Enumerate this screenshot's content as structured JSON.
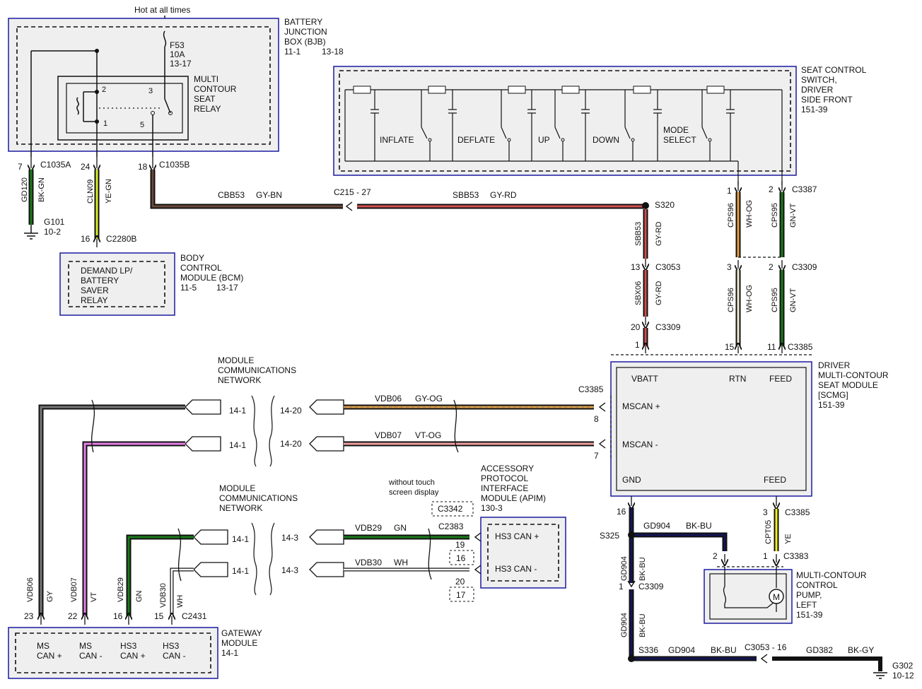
{
  "top": {
    "hot_label": "Hot at all times"
  },
  "bjb": {
    "title": [
      "BATTERY",
      "JUNCTION",
      "BOX (BJB)"
    ],
    "ref": [
      "11-1",
      "13-18"
    ],
    "fuse": [
      "F53",
      "10A",
      "13-17"
    ],
    "relay": [
      "MULTI",
      "CONTOUR",
      "SEAT",
      "RELAY"
    ],
    "pins": [
      "2",
      "3",
      "1",
      "5"
    ]
  },
  "bjb_wires": {
    "left": {
      "pin": "7",
      "conn": "C1035A",
      "circuit": "GD120",
      "color": "BK-GN",
      "ground": "G101",
      "ground_ref": "10-2"
    },
    "mid": {
      "pin": "24",
      "circuit": "CLN09",
      "color": "YE-GN",
      "bcm_pin": "16",
      "bcm_conn": "C2280B"
    },
    "right": {
      "pin": "18",
      "conn": "C1035B"
    }
  },
  "bcm": {
    "title": [
      "BODY",
      "CONTROL",
      "MODULE (BCM)"
    ],
    "ref": [
      "11-5",
      "13-17"
    ],
    "inner": [
      "DEMAND LP/",
      "BATTERY",
      "SAVER",
      "RELAY"
    ]
  },
  "feed_wire": {
    "cbb": "CBB53",
    "cbb_color": "GY-BN",
    "inline": "C215 - 27",
    "sbb": "SBB53",
    "sbb_color": "GY-RD",
    "splice": "S320"
  },
  "seat_switch": {
    "title": [
      "SEAT CONTROL",
      "SWITCH,",
      "DRIVER",
      "SIDE FRONT"
    ],
    "ref": "151-39",
    "switches": [
      "INFLATE",
      "DEFLATE",
      "UP",
      "DOWN",
      "MODE",
      "SELECT"
    ]
  },
  "switch_wires": {
    "rtn_top_pin": "1",
    "rtn_top_circuit": "CPS96",
    "rtn_top_color": "WH-OG",
    "feed_top_pin": "2",
    "feed_top_circuit": "CPS95",
    "feed_top_color": "GN-VT",
    "top_conn": "C3387",
    "rtn_mid_pin": "3",
    "feed_mid_pin": "2",
    "mid_conn": "C3309",
    "rtn_bot_circuit": "CPS96",
    "rtn_bot_color": "WH-OG",
    "feed_bot_circuit": "CPS95",
    "feed_bot_color": "GN-VT",
    "rtn_bot_pin": "15",
    "feed_bot_pin": "11",
    "bot_conn": "C3385"
  },
  "vbatt_wires": {
    "sbb_circuit": "SBB53",
    "sbb_color": "GY-RD",
    "pin_13": "13",
    "conn_13": "C3053",
    "sbx_circuit": "SBX06",
    "sbx_color": "GY-RD",
    "pin_20": "20",
    "conn_20": "C3309",
    "pin_1": "1"
  },
  "scmg": {
    "title": [
      "DRIVER",
      "MULTI-CONTOUR",
      "SEAT MODULE",
      "[SCMG]"
    ],
    "ref": "151-39",
    "conn": "C3385",
    "labels": {
      "vbatt": "VBATT",
      "rtn": "RTN",
      "feed": "FEED",
      "mscan_p": "MSCAN +",
      "mscan_n": "MSCAN -",
      "gnd": "GND",
      "feed2": "FEED"
    },
    "pins": {
      "mscan_p": "8",
      "mscan_n": "7"
    }
  },
  "mscan": {
    "network_label": [
      "MODULE",
      "COMMUNICATIONS",
      "NETWORK"
    ],
    "left_ref": "14-1",
    "right_ref": "14-20",
    "vdb06": "VDB06",
    "vdb06_color": "GY-OG",
    "vdb07": "VDB07",
    "vdb07_color": "VT-OG"
  },
  "hs3": {
    "network_label": [
      "MODULE",
      "COMMUNICATIONS",
      "NETWORK"
    ],
    "left_ref": "14-1",
    "right_ref": "14-3",
    "vdb29": "VDB29",
    "vdb29_color": "GN",
    "vdb30": "VDB30",
    "vdb30_color": "WH",
    "conn": "C2383",
    "pins": [
      "19",
      "16",
      "20",
      "17"
    ]
  },
  "apim": {
    "note": [
      "without touch",
      "screen display"
    ],
    "note_conn": "C3342",
    "title": [
      "ACCESSORY",
      "PROTOCOL",
      "INTERFACE",
      "MODULE (APIM)"
    ],
    "ref": "130-3",
    "labels": [
      "HS3 CAN +",
      "HS3 CAN -"
    ]
  },
  "gateway": {
    "title": [
      "GATEWAY",
      "MODULE"
    ],
    "ref": "14-1",
    "conn": "C2431",
    "pins": [
      "23",
      "22",
      "16",
      "15"
    ],
    "wires": [
      {
        "circuit": "VDB06",
        "color": "GY"
      },
      {
        "circuit": "VDB07",
        "color": "VT"
      },
      {
        "circuit": "VDB29",
        "color": "GN"
      },
      {
        "circuit": "VDB30",
        "color": "WH"
      }
    ],
    "labels": [
      [
        "MS",
        "CAN +"
      ],
      [
        "MS",
        "CAN -"
      ],
      [
        "HS3",
        "CAN +"
      ],
      [
        "HS3",
        "CAN -"
      ]
    ]
  },
  "ground_wires": {
    "gnd_pin": "16",
    "splice": "S325",
    "gd904_h": "GD904",
    "gd904_h_color": "BK-BU",
    "gd904_v1": "GD904",
    "gd904_v1_color": "BK-BU",
    "pin_1": "1",
    "conn_1": "C3309",
    "gd904_v2": "GD904",
    "gd904_v2_color": "BK-BU",
    "splice2": "S336",
    "gd904_b": "GD904",
    "gd904_b_color": "BK-BU",
    "inline": "C3053 - 16",
    "gd382": "GD382",
    "gd382_color": "BK-GY",
    "ground": "G302",
    "ground_ref": "10-12"
  },
  "pump": {
    "feed_pin": "3",
    "feed_conn": "C3385",
    "cpt_circuit": "CPT05",
    "cpt_color": "YE",
    "pump_pin": "1",
    "pump_conn": "C3383",
    "gnd_pin": "2",
    "title": [
      "MULTI-CONTOUR",
      "CONTROL",
      "PUMP,",
      "LEFT"
    ],
    "ref": "151-39",
    "motor": "M"
  },
  "colors": {
    "gray": "#777777",
    "violet": "#e680e6",
    "green": "#1a7a1a",
    "brown": "#6b4a3a",
    "red": "#d05050",
    "yellow": "#f2f21a",
    "navy": "#151555",
    "module_border": "#1a1aa0",
    "orange": "#e8a040",
    "white_wire": "#cccccc"
  }
}
